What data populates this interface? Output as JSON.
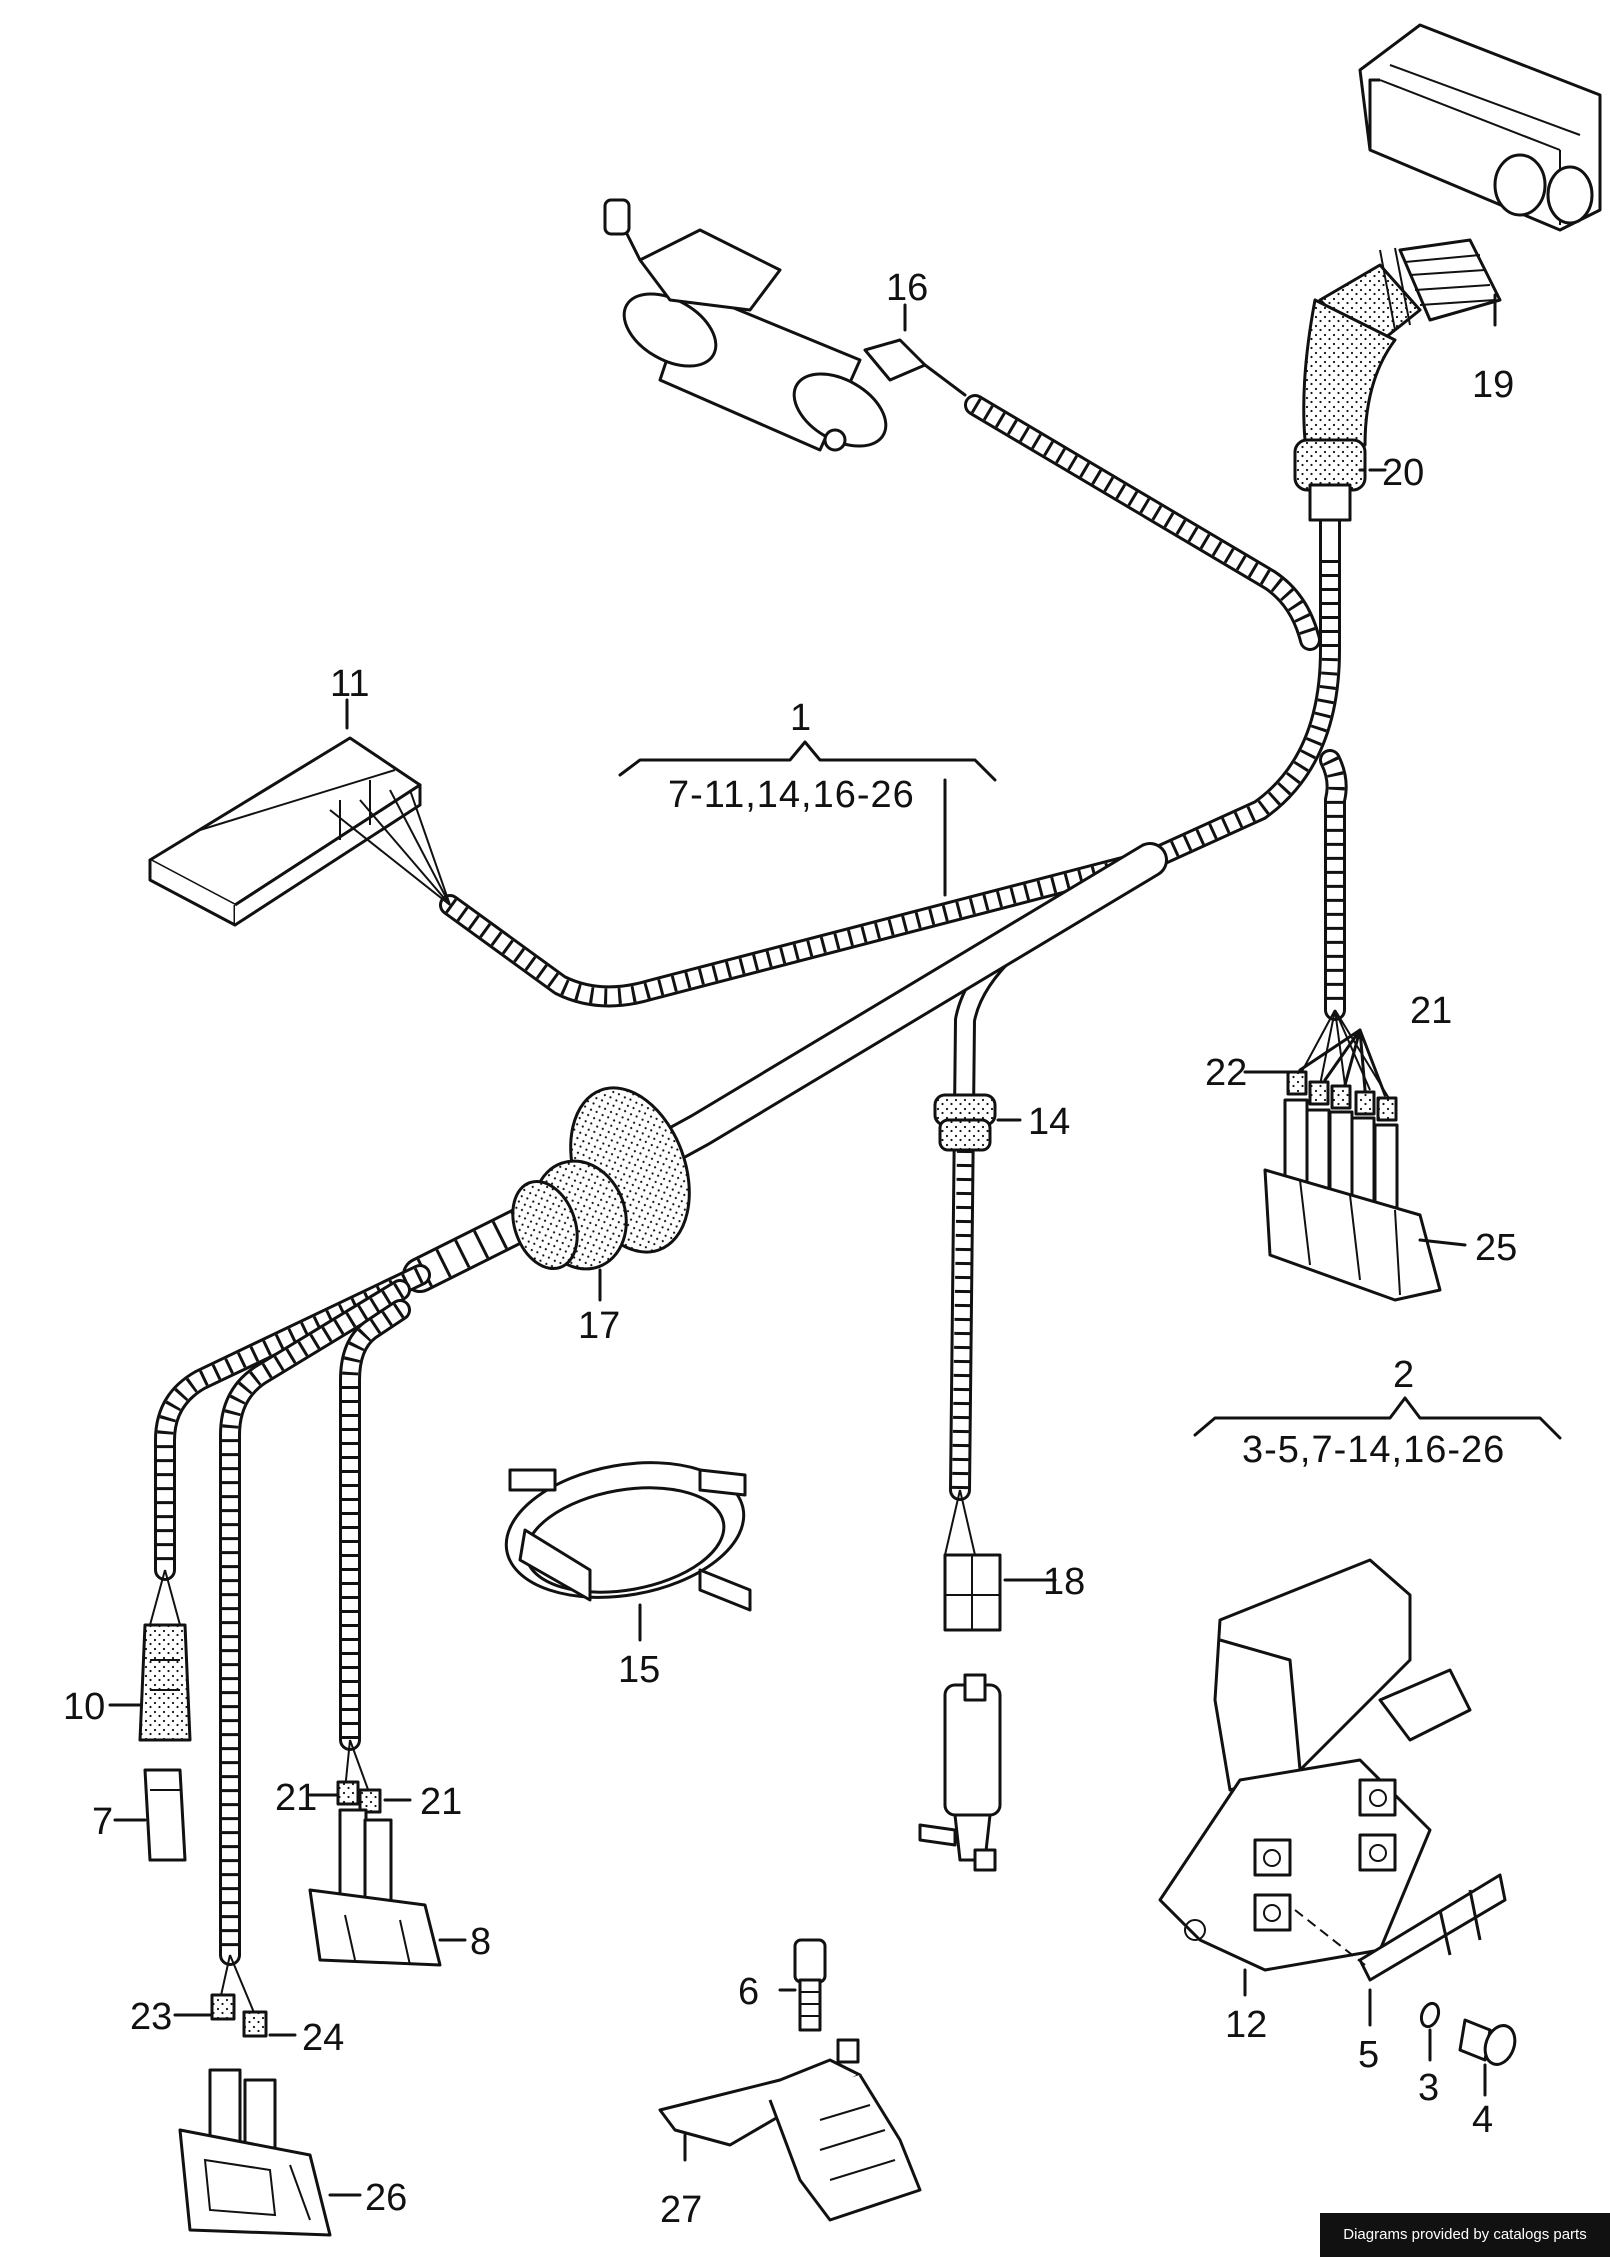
{
  "callouts": {
    "c1": "1",
    "c2": "2",
    "c3": "3",
    "c4": "4",
    "c5": "5",
    "c6": "6",
    "c7": "7",
    "c8": "8",
    "c10": "10",
    "c11": "11",
    "c12": "12",
    "c14": "14",
    "c15": "15",
    "c16": "16",
    "c17": "17",
    "c18": "18",
    "c19": "19",
    "c20": "20",
    "c21a": "21",
    "c21b": "21",
    "c21c": "21",
    "c22": "22",
    "c23": "23",
    "c24": "24",
    "c25": "25",
    "c26": "26",
    "c27": "27"
  },
  "groups": {
    "group1_range": "7-11,14,16-26",
    "group2_range": "3-5,7-14,16-26"
  },
  "footer": {
    "credit": "Diagrams provided by catalogs parts"
  }
}
